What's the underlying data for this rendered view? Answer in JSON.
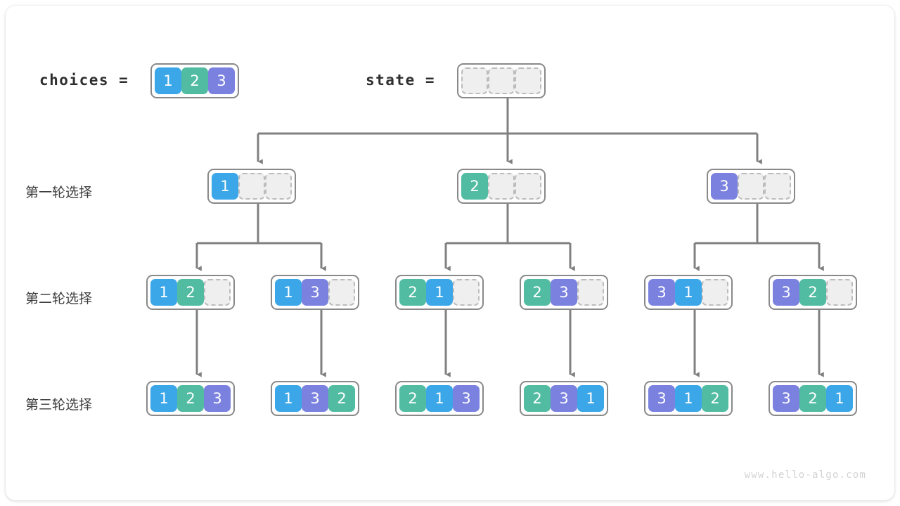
{
  "meta": {
    "watermark": "www.hello-algo.com",
    "colors": {
      "one": "#3ba6e8",
      "two": "#52bca3",
      "three": "#7a81df",
      "empty_fill": "#efefef",
      "empty_border": "#bcbcbc",
      "frame": "#898989",
      "wire": "#808080"
    }
  },
  "header": {
    "choices_label": "choices  =",
    "choices_values": [
      "1",
      "2",
      "3"
    ],
    "state_label": "state  =",
    "state_values": [
      "",
      "",
      ""
    ]
  },
  "rows": [
    {
      "label": "第一轮选择"
    },
    {
      "label": "第二轮选择"
    },
    {
      "label": "第三轮选择"
    }
  ],
  "level1": [
    {
      "cells": [
        "1",
        "",
        ""
      ]
    },
    {
      "cells": [
        "2",
        "",
        ""
      ]
    },
    {
      "cells": [
        "3",
        "",
        ""
      ]
    }
  ],
  "level2": [
    {
      "cells": [
        "1",
        "2",
        ""
      ]
    },
    {
      "cells": [
        "1",
        "3",
        ""
      ]
    },
    {
      "cells": [
        "2",
        "1",
        ""
      ]
    },
    {
      "cells": [
        "2",
        "3",
        ""
      ]
    },
    {
      "cells": [
        "3",
        "1",
        ""
      ]
    },
    {
      "cells": [
        "3",
        "2",
        ""
      ]
    }
  ],
  "level3": [
    {
      "cells": [
        "1",
        "2",
        "3"
      ]
    },
    {
      "cells": [
        "1",
        "3",
        "2"
      ]
    },
    {
      "cells": [
        "2",
        "1",
        "3"
      ]
    },
    {
      "cells": [
        "2",
        "3",
        "1"
      ]
    },
    {
      "cells": [
        "3",
        "1",
        "2"
      ]
    },
    {
      "cells": [
        "3",
        "2",
        "1"
      ]
    }
  ]
}
